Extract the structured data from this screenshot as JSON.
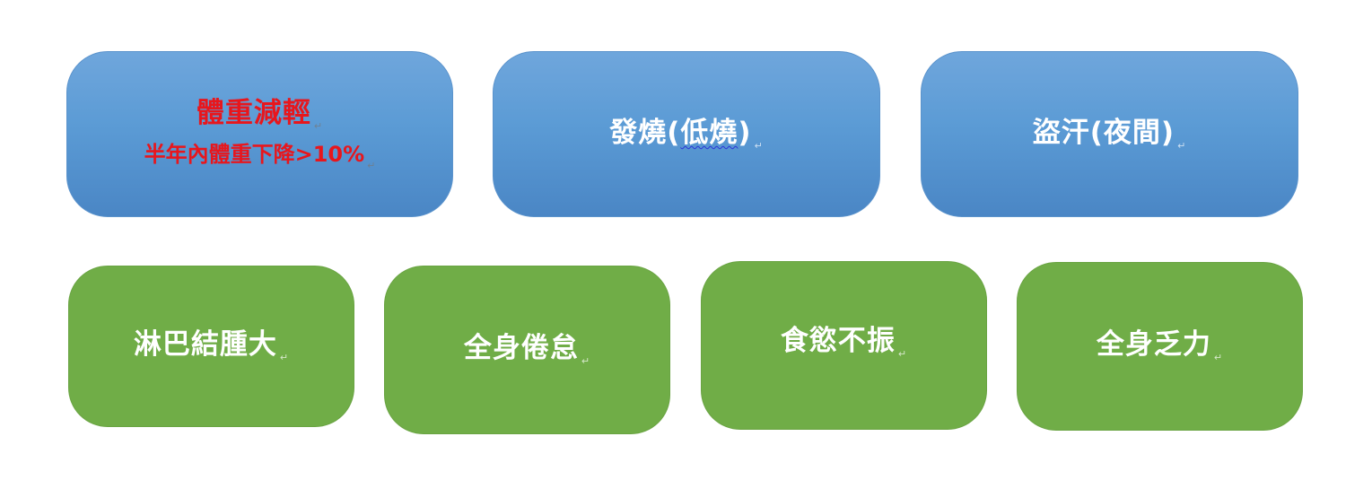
{
  "blue_boxes": [
    {
      "title": "體重減輕",
      "subtitle": "半年內體重下降>10%"
    },
    {
      "prefix": "發燒(",
      "underlined": "低燒",
      "suffix": ")"
    },
    {
      "label": "盜汗(夜間)"
    }
  ],
  "green_boxes": [
    {
      "label": "淋巴結腫大"
    },
    {
      "label": "全身倦怠"
    },
    {
      "label": "食慾不振"
    },
    {
      "label": "全身乏力"
    }
  ],
  "paragraph_mark": "↵",
  "colors": {
    "blue_fill": "#5b9bd5",
    "green_fill": "#70ad47",
    "red_text": "#e8161c",
    "white_text": "#ffffff"
  }
}
